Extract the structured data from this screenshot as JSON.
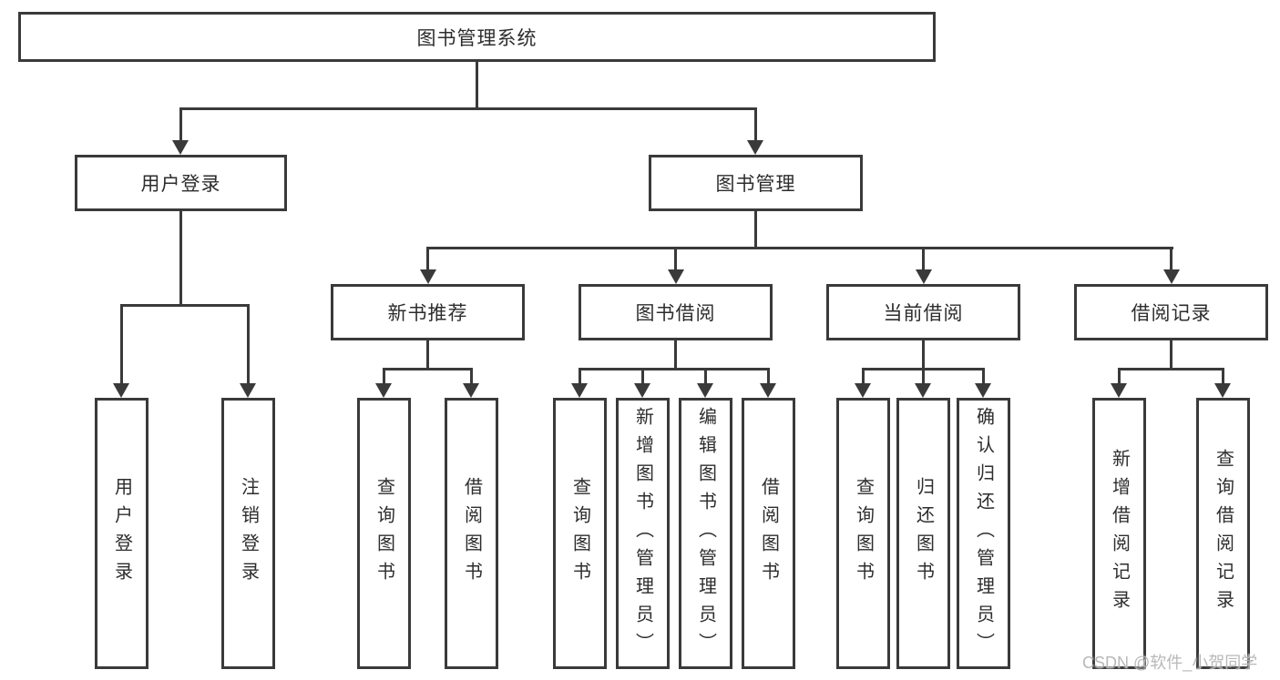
{
  "diagram": {
    "type": "hierarchy-tree",
    "colors": {
      "line": "#3a3a3a",
      "border": "#3a3a3a",
      "text": "#2d2d2d",
      "background": "#ffffff",
      "watermark": "#b2b2b2"
    },
    "nodes": {
      "root": {
        "label": "图书管理系统"
      },
      "user_login": {
        "label": "用户登录"
      },
      "book_mgmt": {
        "label": "图书管理"
      },
      "new_books": {
        "label": "新书推荐"
      },
      "borrowing": {
        "label": "图书借阅"
      },
      "current": {
        "label": "当前借阅"
      },
      "records": {
        "label": "借阅记录"
      },
      "leaf_login": {
        "label": "用户登录"
      },
      "leaf_logout": {
        "label": "注销登录"
      },
      "leaf_nb_query": {
        "label": "查询图书"
      },
      "leaf_nb_borrow": {
        "label": "借阅图书"
      },
      "leaf_bw_query": {
        "label": "查询图书"
      },
      "leaf_bw_add": {
        "label": "新增图书（管理员）"
      },
      "leaf_bw_edit": {
        "label": "编辑图书（管理员）"
      },
      "leaf_bw_borrow": {
        "label": "借阅图书"
      },
      "leaf_cur_query": {
        "label": "查询图书"
      },
      "leaf_cur_return": {
        "label": "归还图书"
      },
      "leaf_cur_confirm": {
        "label": "确认归还（管理员）"
      },
      "leaf_rec_add": {
        "label": "新增借阅记录"
      },
      "leaf_rec_query": {
        "label": "查询借阅记录"
      }
    },
    "hierarchy": {
      "root": "图书管理系统",
      "children": [
        {
          "label": "用户登录",
          "children": [
            "用户登录",
            "注销登录"
          ]
        },
        {
          "label": "图书管理",
          "children": [
            {
              "label": "新书推荐",
              "children": [
                "查询图书",
                "借阅图书"
              ]
            },
            {
              "label": "图书借阅",
              "children": [
                "查询图书",
                "新增图书（管理员）",
                "编辑图书（管理员）",
                "借阅图书"
              ]
            },
            {
              "label": "当前借阅",
              "children": [
                "查询图书",
                "归还图书",
                "确认归还（管理员）"
              ]
            },
            {
              "label": "借阅记录",
              "children": [
                "新增借阅记录",
                "查询借阅记录"
              ]
            }
          ]
        }
      ]
    },
    "watermark": {
      "text": "CSDN @软件_小贺同学"
    }
  }
}
